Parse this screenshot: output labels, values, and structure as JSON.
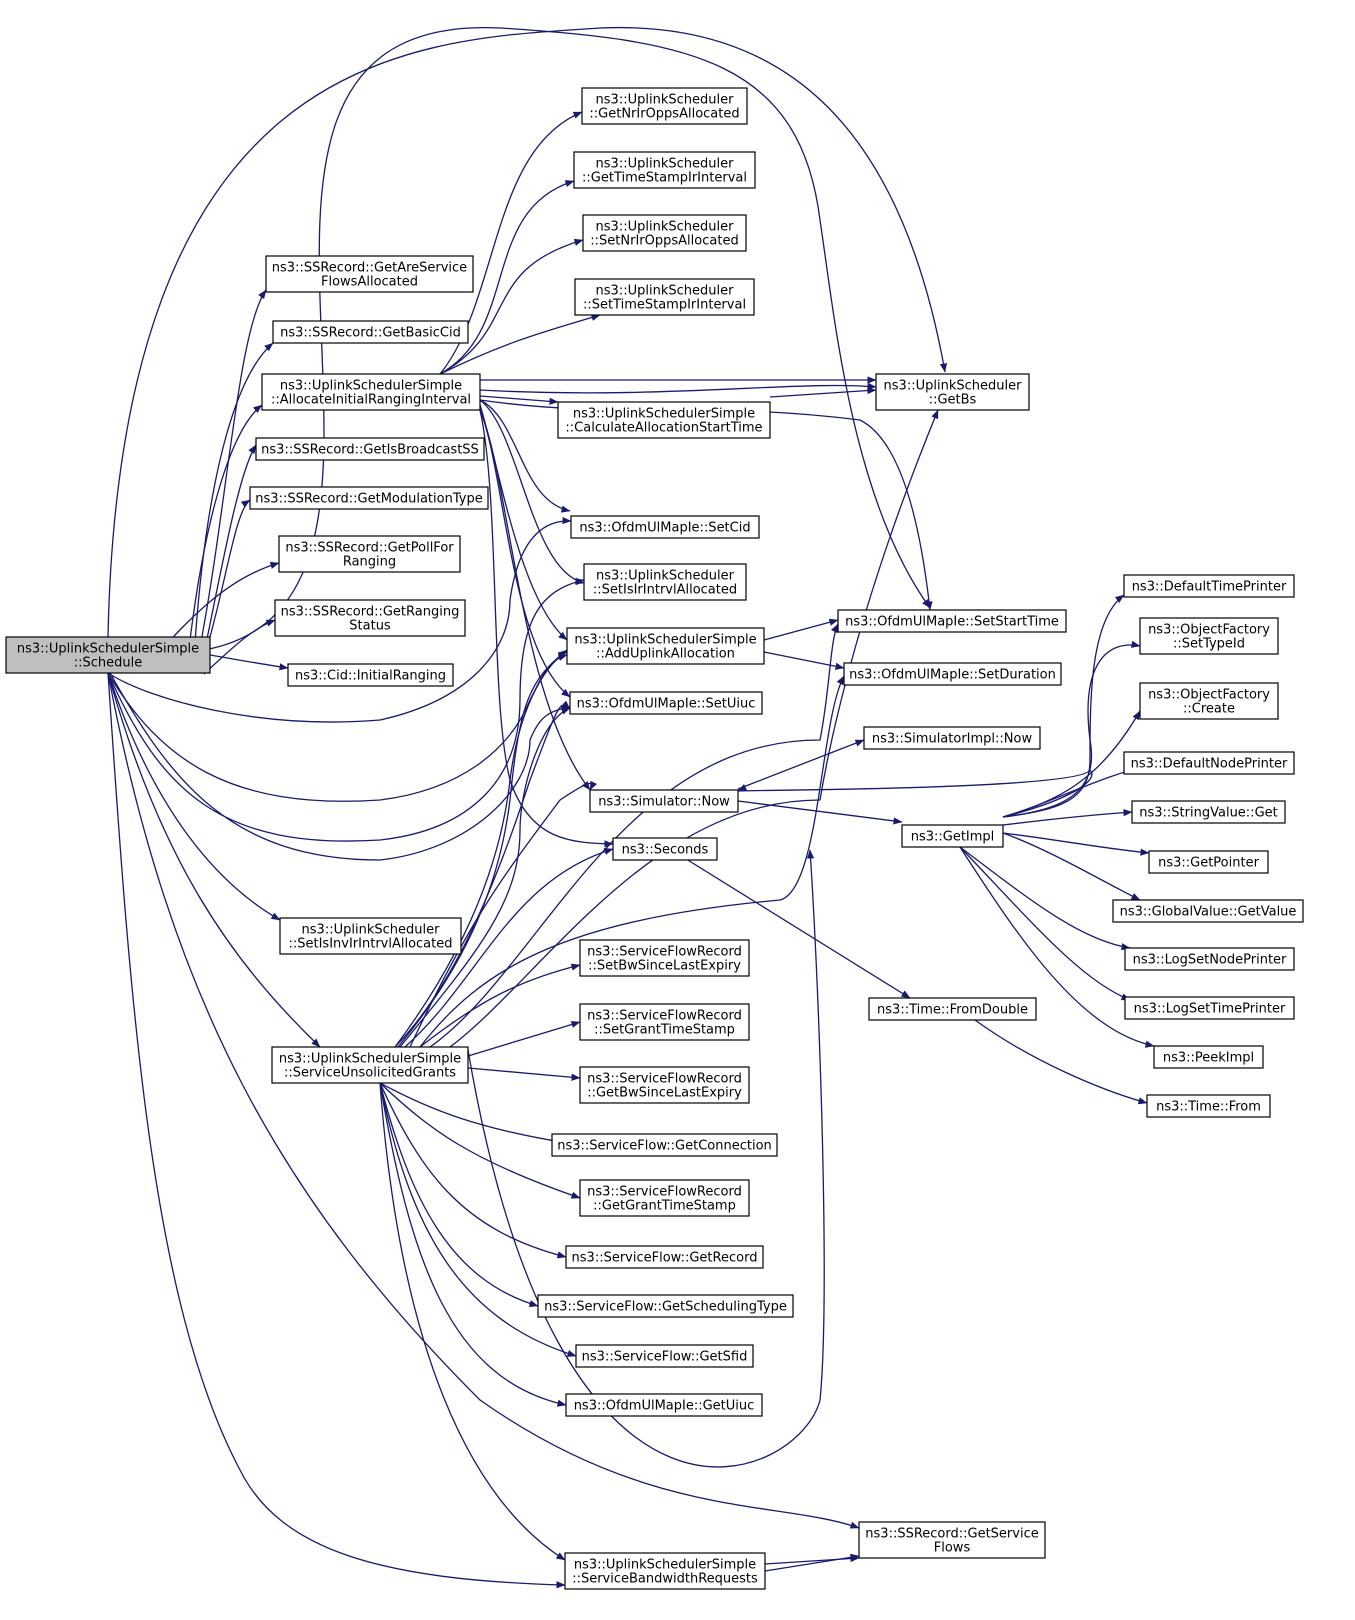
{
  "colors": {
    "edge": "#191970",
    "border_default": "#000000",
    "border_red": "#ff0000",
    "root_fill": "#bfbfbf",
    "node_fill": "#ffffff"
  },
  "graph": {
    "nodes": [
      {
        "id": "root",
        "lines": [
          "ns3::UplinkSchedulerSimple",
          "::Schedule"
        ],
        "style": "root"
      },
      {
        "id": "areServ",
        "lines": [
          "ns3::SSRecord::GetAreService",
          "FlowsAllocated"
        ],
        "style": "normal"
      },
      {
        "id": "basicCid",
        "lines": [
          "ns3::SSRecord::GetBasicCid"
        ],
        "style": "normal"
      },
      {
        "id": "allocInit",
        "lines": [
          "ns3::UplinkSchedulerSimple",
          "::AllocateInitialRangingInterval"
        ],
        "style": "normal"
      },
      {
        "id": "isBcast",
        "lines": [
          "ns3::SSRecord::GetIsBroadcastSS"
        ],
        "style": "normal"
      },
      {
        "id": "modType",
        "lines": [
          "ns3::SSRecord::GetModulationType"
        ],
        "style": "normal"
      },
      {
        "id": "pollFor",
        "lines": [
          "ns3::SSRecord::GetPollFor",
          "Ranging"
        ],
        "style": "normal"
      },
      {
        "id": "rangStat",
        "lines": [
          "ns3::SSRecord::GetRanging",
          "Status"
        ],
        "style": "normal"
      },
      {
        "id": "cidInit",
        "lines": [
          "ns3::Cid::InitialRanging"
        ],
        "style": "normal"
      },
      {
        "id": "setInvIr",
        "lines": [
          "ns3::UplinkScheduler",
          "::SetIsInvIrIntrvlAllocated"
        ],
        "style": "normal"
      },
      {
        "id": "servUns",
        "lines": [
          "ns3::UplinkSchedulerSimple",
          "::ServiceUnsolicitedGrants"
        ],
        "style": "normal"
      },
      {
        "id": "getNrIr",
        "lines": [
          "ns3::UplinkScheduler",
          "::GetNrIrOppsAllocated"
        ],
        "style": "normal"
      },
      {
        "id": "getTsIr",
        "lines": [
          "ns3::UplinkScheduler",
          "::GetTimeStampIrInterval"
        ],
        "style": "normal"
      },
      {
        "id": "setNrIr",
        "lines": [
          "ns3::UplinkScheduler",
          "::SetNrIrOppsAllocated"
        ],
        "style": "normal"
      },
      {
        "id": "setTsIr",
        "lines": [
          "ns3::UplinkScheduler",
          "::SetTimeStampIrInterval"
        ],
        "style": "normal"
      },
      {
        "id": "calcAlloc",
        "lines": [
          "ns3::UplinkSchedulerSimple",
          "::CalculateAllocationStartTime"
        ],
        "style": "normal"
      },
      {
        "id": "setCid",
        "lines": [
          "ns3::OfdmUlMapIe::SetCid"
        ],
        "style": "normal"
      },
      {
        "id": "setIsIr",
        "lines": [
          "ns3::UplinkScheduler",
          "::SetIsIrIntrvlAllocated"
        ],
        "style": "normal"
      },
      {
        "id": "addUl",
        "lines": [
          "ns3::UplinkSchedulerSimple",
          "::AddUplinkAllocation"
        ],
        "style": "normal"
      },
      {
        "id": "setUiuc",
        "lines": [
          "ns3::OfdmUlMapIe::SetUiuc"
        ],
        "style": "normal"
      },
      {
        "id": "simNow",
        "lines": [
          "ns3::Simulator::Now"
        ],
        "style": "normal"
      },
      {
        "id": "seconds",
        "lines": [
          "ns3::Seconds"
        ],
        "style": "normal"
      },
      {
        "id": "sfrSetBw",
        "lines": [
          "ns3::ServiceFlowRecord",
          "::SetBwSinceLastExpiry"
        ],
        "style": "normal"
      },
      {
        "id": "sfrSetGrant",
        "lines": [
          "ns3::ServiceFlowRecord",
          "::SetGrantTimeStamp"
        ],
        "style": "normal"
      },
      {
        "id": "sfrGetBw",
        "lines": [
          "ns3::ServiceFlowRecord",
          "::GetBwSinceLastExpiry"
        ],
        "style": "normal"
      },
      {
        "id": "sfGetConn",
        "lines": [
          "ns3::ServiceFlow::GetConnection"
        ],
        "style": "normal"
      },
      {
        "id": "sfrGetGrant",
        "lines": [
          "ns3::ServiceFlowRecord",
          "::GetGrantTimeStamp"
        ],
        "style": "normal"
      },
      {
        "id": "sfGetRec",
        "lines": [
          "ns3::ServiceFlow::GetRecord"
        ],
        "style": "normal"
      },
      {
        "id": "sfGetSched",
        "lines": [
          "ns3::ServiceFlow::GetSchedulingType"
        ],
        "style": "normal"
      },
      {
        "id": "sfGetSfid",
        "lines": [
          "ns3::ServiceFlow::GetSfid"
        ],
        "style": "normal"
      },
      {
        "id": "getUiuc",
        "lines": [
          "ns3::OfdmUlMapIe::GetUiuc"
        ],
        "style": "normal"
      },
      {
        "id": "servBw",
        "lines": [
          "ns3::UplinkSchedulerSimple",
          "::ServiceBandwidthRequests"
        ],
        "style": "normal"
      },
      {
        "id": "getBs",
        "lines": [
          "ns3::UplinkScheduler",
          "::GetBs"
        ],
        "style": "normal"
      },
      {
        "id": "setStart",
        "lines": [
          "ns3::OfdmUlMapIe::SetStartTime"
        ],
        "style": "normal"
      },
      {
        "id": "setDur",
        "lines": [
          "ns3::OfdmUlMapIe::SetDuration"
        ],
        "style": "normal"
      },
      {
        "id": "simImplNow",
        "lines": [
          "ns3::SimulatorImpl::Now"
        ],
        "style": "normal"
      },
      {
        "id": "getImpl",
        "lines": [
          "ns3::GetImpl"
        ],
        "style": "normal"
      },
      {
        "id": "fromDouble",
        "lines": [
          "ns3::Time::FromDouble"
        ],
        "style": "normal"
      },
      {
        "id": "getServFlows",
        "lines": [
          "ns3::SSRecord::GetService",
          "Flows"
        ],
        "style": "normal"
      },
      {
        "id": "defTime",
        "lines": [
          "ns3::DefaultTimePrinter"
        ],
        "style": "red"
      },
      {
        "id": "ofSetType",
        "lines": [
          "ns3::ObjectFactory",
          "::SetTypeId"
        ],
        "style": "red"
      },
      {
        "id": "ofCreate",
        "lines": [
          "ns3::ObjectFactory",
          "::Create"
        ],
        "style": "red"
      },
      {
        "id": "defNode",
        "lines": [
          "ns3::DefaultNodePrinter"
        ],
        "style": "red"
      },
      {
        "id": "strGet",
        "lines": [
          "ns3::StringValue::Get"
        ],
        "style": "normal"
      },
      {
        "id": "getPtr",
        "lines": [
          "ns3::GetPointer"
        ],
        "style": "red"
      },
      {
        "id": "gvGet",
        "lines": [
          "ns3::GlobalValue::GetValue"
        ],
        "style": "red"
      },
      {
        "id": "logNode",
        "lines": [
          "ns3::LogSetNodePrinter"
        ],
        "style": "normal"
      },
      {
        "id": "logTime",
        "lines": [
          "ns3::LogSetTimePrinter"
        ],
        "style": "red"
      },
      {
        "id": "peek",
        "lines": [
          "ns3::PeekImpl"
        ],
        "style": "normal"
      },
      {
        "id": "timeFrom",
        "lines": [
          "ns3::Time::From"
        ],
        "style": "red"
      }
    ]
  }
}
